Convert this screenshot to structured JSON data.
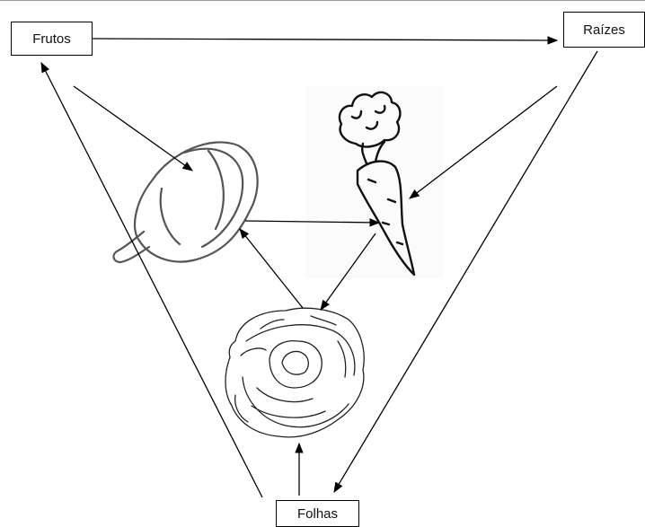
{
  "labels": {
    "frutos": "Frutos",
    "raizes": "Raízes",
    "folhas": "Folhas"
  },
  "illustrations": [
    "pepper-illustration",
    "carrot-illustration",
    "lettuce-illustration"
  ],
  "colors": {
    "line": "#000000",
    "sketch": "#555555"
  }
}
